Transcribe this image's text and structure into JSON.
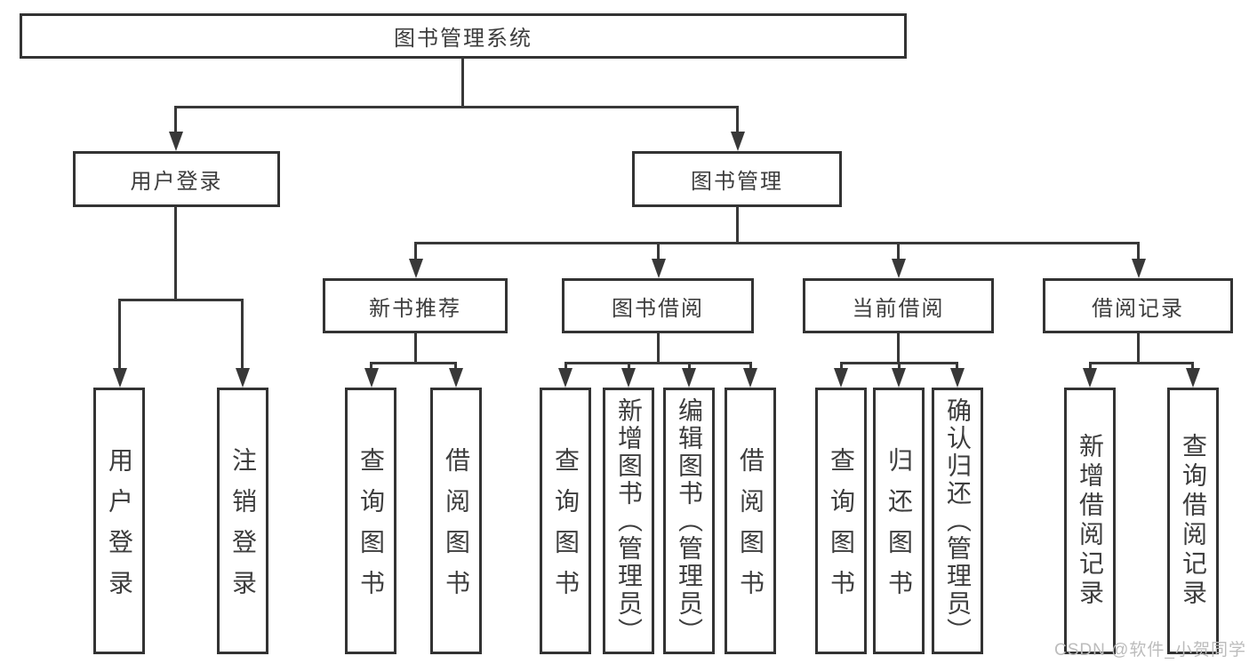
{
  "diagram": {
    "root": {
      "label": "图书管理系统"
    },
    "level2": [
      {
        "id": "user-login",
        "label": "用户登录"
      },
      {
        "id": "book-management",
        "label": "图书管理"
      }
    ],
    "level3": [
      {
        "id": "new-book-recommend",
        "label": "新书推荐"
      },
      {
        "id": "book-borrow",
        "label": "图书借阅"
      },
      {
        "id": "current-borrow",
        "label": "当前借阅"
      },
      {
        "id": "borrow-records",
        "label": "借阅记录"
      }
    ],
    "leaves": [
      {
        "label": "用户登录"
      },
      {
        "label": "注销登录"
      },
      {
        "label": "查询图书"
      },
      {
        "label": "借阅图书"
      },
      {
        "label": "查询图书"
      },
      {
        "label": "新增图书（管理员）"
      },
      {
        "label": "编辑图书（管理员）"
      },
      {
        "label": "借阅图书"
      },
      {
        "label": "查询图书"
      },
      {
        "label": "归还图书"
      },
      {
        "label": "确认归还（管理员）"
      },
      {
        "label": "新增借阅记录"
      },
      {
        "label": "查询借阅记录"
      }
    ],
    "watermark": "CSDN @软件_小贺同学",
    "colors": {
      "line": "#383838",
      "box_border": "#333333",
      "text": "#3d3d3d",
      "watermark": "#bcbcbc",
      "background": "#ffffff"
    }
  }
}
